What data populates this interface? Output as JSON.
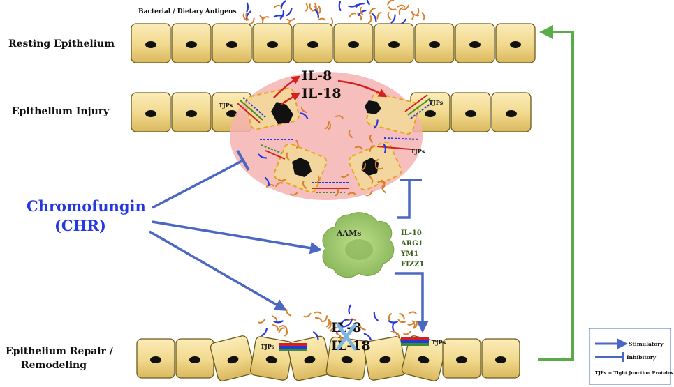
{
  "antigens_label": "Bacterial / Dietary Antigens",
  "rows": {
    "resting": "Resting Epithelium",
    "injury": "Epithelium Injury",
    "repair_line1": "Epithelium Repair /",
    "repair_line2": "Remodeling"
  },
  "chromofungin": {
    "line1": "Chromofungin",
    "line2": "(CHR)"
  },
  "cytokines": {
    "il8": "IL-8",
    "il18": "IL-18"
  },
  "tjp_label": "TJPs",
  "aams": {
    "label": "AAMs",
    "markers": [
      "IL-10",
      "ARG1",
      "YM1",
      "FIZZ1"
    ]
  },
  "legend": {
    "stimulatory": "Stimulatory",
    "inhibitory": "Inhibitory",
    "note": "TJPs = Tight Junction Proteins"
  },
  "colors": {
    "cell_fill": "#f3dc96",
    "cell_stroke": "#6b5a1c",
    "arrow_blue": "#4a67c2",
    "arrow_green": "#5aab4a",
    "chr_blue": "#2438e0",
    "inflammation_pink": "#f4b3b0",
    "aam_green": "#9cc46c",
    "red_arrow": "#d42020"
  }
}
